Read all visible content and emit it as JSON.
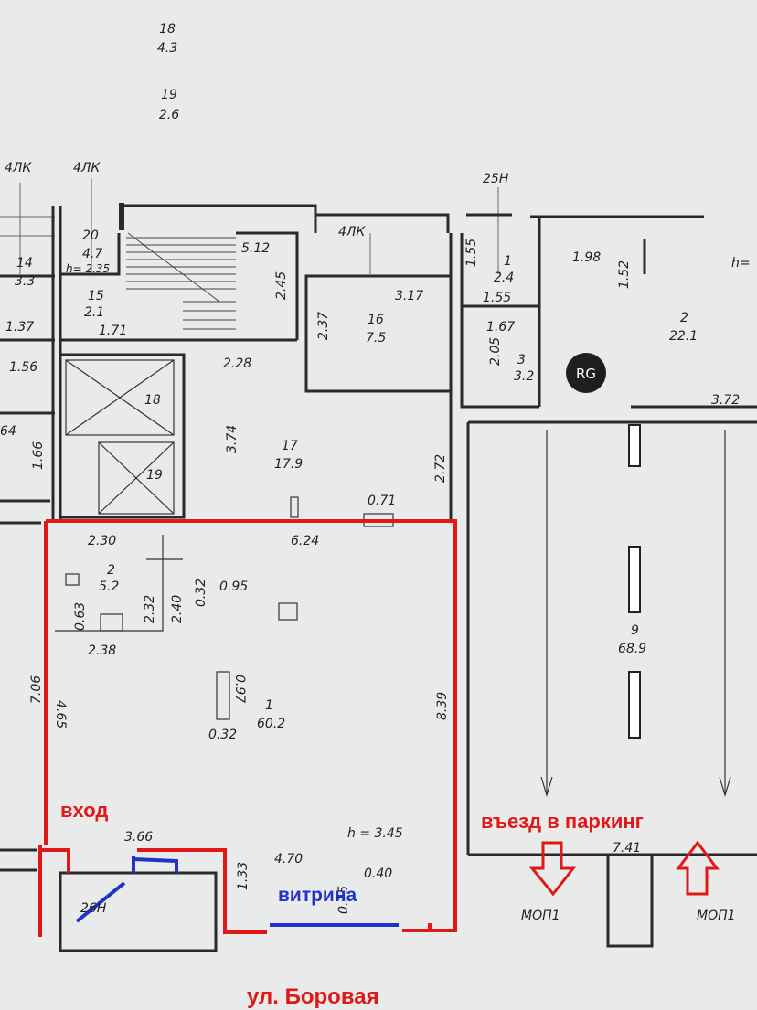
{
  "labels": {
    "room18_top": "18",
    "room18_top_area": "4.3",
    "room19_top": "19",
    "room19_top_area": "2.6",
    "l4lk_a": "4ЛК",
    "l4lk_b": "4ЛК",
    "l4lk_c": "4ЛК",
    "h25": "25Н",
    "r20": "20",
    "r20_area": "4.7",
    "r20_h": "h= 2.35",
    "r14": "14",
    "r14_area": "3.3",
    "r15": "15",
    "r15_area": "2.1",
    "d137": "1.37",
    "d171": "1.71",
    "d512": "5.12",
    "d245": "2.45",
    "r16": "16",
    "r16_area": "7.5",
    "d317": "3.17",
    "d237": "2.37",
    "r1top": "1",
    "r1top_area": "2.4",
    "d155a": "1.55",
    "d155b": "1.55",
    "d198": "1.98",
    "d152": "1.52",
    "hright": "h=",
    "r2right": "2",
    "r2right_area": "22.1",
    "d167": "1.67",
    "d205": "2.05",
    "r3": "3",
    "r3_area": "3.2",
    "d372": "3.72",
    "d156": "1.56",
    "d64": "64",
    "d166": "1.66",
    "d228": "2.28",
    "r18": "18",
    "d374": "3.74",
    "r17": "17",
    "r17_area": "17.9",
    "r19": "19",
    "d272": "2.72",
    "d071": "0.71",
    "d230": "2.30",
    "d624": "6.24",
    "r2": "2",
    "r2_area": "5.2",
    "d232": "2.32",
    "d240": "2.40",
    "d032a": "0.32",
    "d095": "0.95",
    "d063": "0.63",
    "d238": "2.38",
    "d706": "7.06",
    "d465": "4.65",
    "d097": "0.97",
    "r1": "1",
    "r1_area": "60.2",
    "d032b": "0.32",
    "d839": "8.39",
    "r9": "9",
    "r9_area": "68.9",
    "h345": "h = 3.45",
    "d366": "3.66",
    "d470": "4.70",
    "d133": "1.33",
    "d040": "0.40",
    "d015": "0.15",
    "d741": "7.41",
    "r26": "26Н",
    "mop1a": "МОП1",
    "mop1b": "МОП1",
    "logo": "RG"
  },
  "annotations": {
    "entrance": "вход",
    "vitrina": "витрина",
    "parking": "въезд в паркинг",
    "street": "ул. Боровая"
  },
  "colors": {
    "red": "#e01818",
    "blue": "#2233cc",
    "wall": "#2a2a2a",
    "paper": "#e9eaea"
  }
}
